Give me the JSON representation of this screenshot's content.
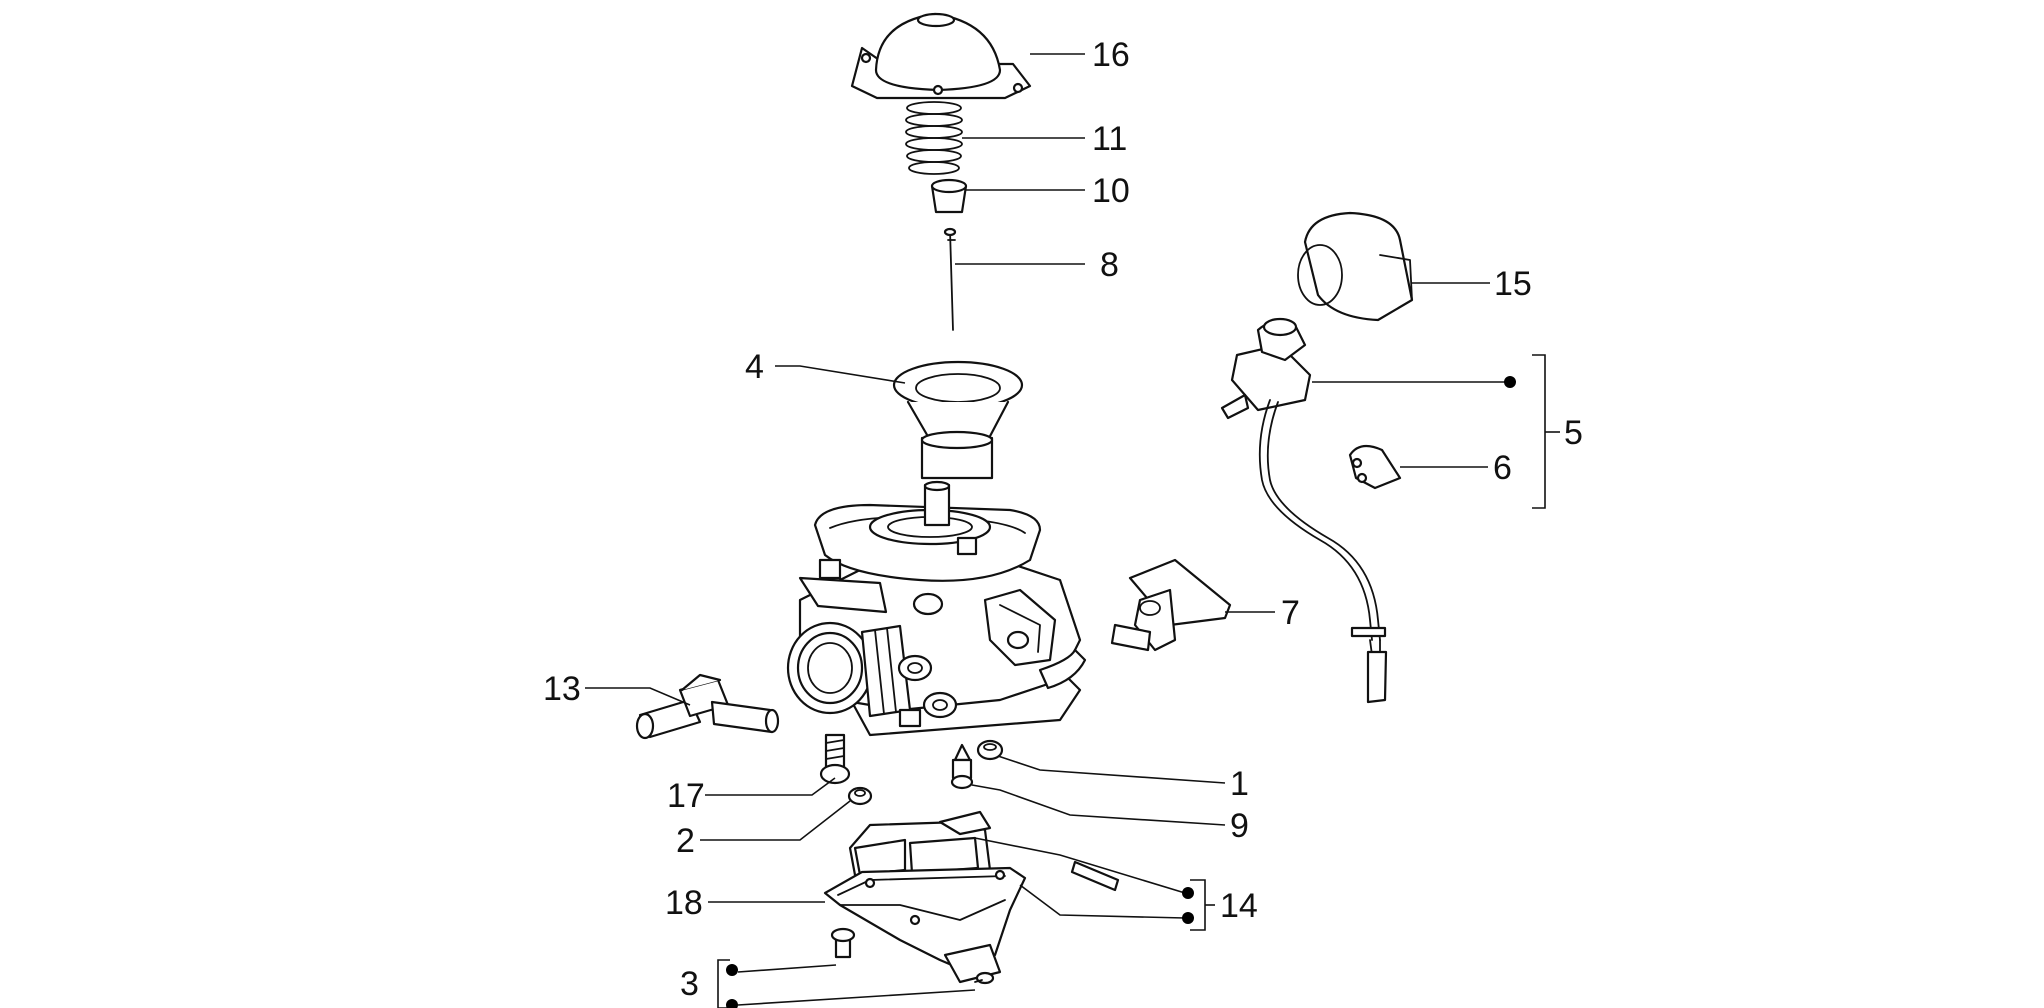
{
  "diagram": {
    "labels": {
      "l1": "1",
      "l2": "2",
      "l3": "3",
      "l4": "4",
      "l5": "5",
      "l6": "6",
      "l7": "7",
      "l8": "8",
      "l9": "9",
      "l10": "10",
      "l11": "11",
      "l13": "13",
      "l14": "14",
      "l15": "15",
      "l16": "16",
      "l17": "17",
      "l18": "18"
    }
  }
}
